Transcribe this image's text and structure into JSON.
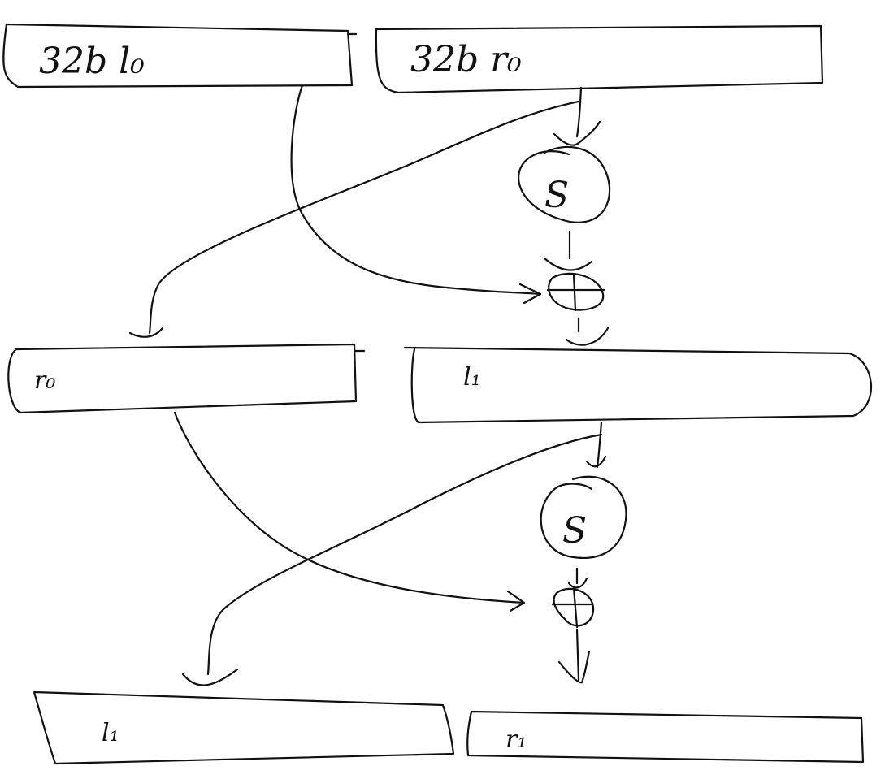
{
  "diagram": {
    "rows": [
      {
        "left": {
          "id": "L0",
          "text": "32b  l₀"
        },
        "right": {
          "id": "R0",
          "text": "32b  r₀"
        }
      },
      {
        "left": {
          "id": "L1",
          "text": "r₀"
        },
        "right": {
          "id": "R1",
          "text": "l₁"
        }
      },
      {
        "left": {
          "id": "L2",
          "text": "l₁"
        },
        "right": {
          "id": "R2",
          "text": "r₁"
        }
      }
    ],
    "rounds": [
      {
        "function_symbol": "S",
        "combine_symbol": "⊕"
      },
      {
        "function_symbol": "S",
        "combine_symbol": "⊕"
      }
    ]
  },
  "colors": {
    "ink": "#111111",
    "background": "#ffffff"
  }
}
